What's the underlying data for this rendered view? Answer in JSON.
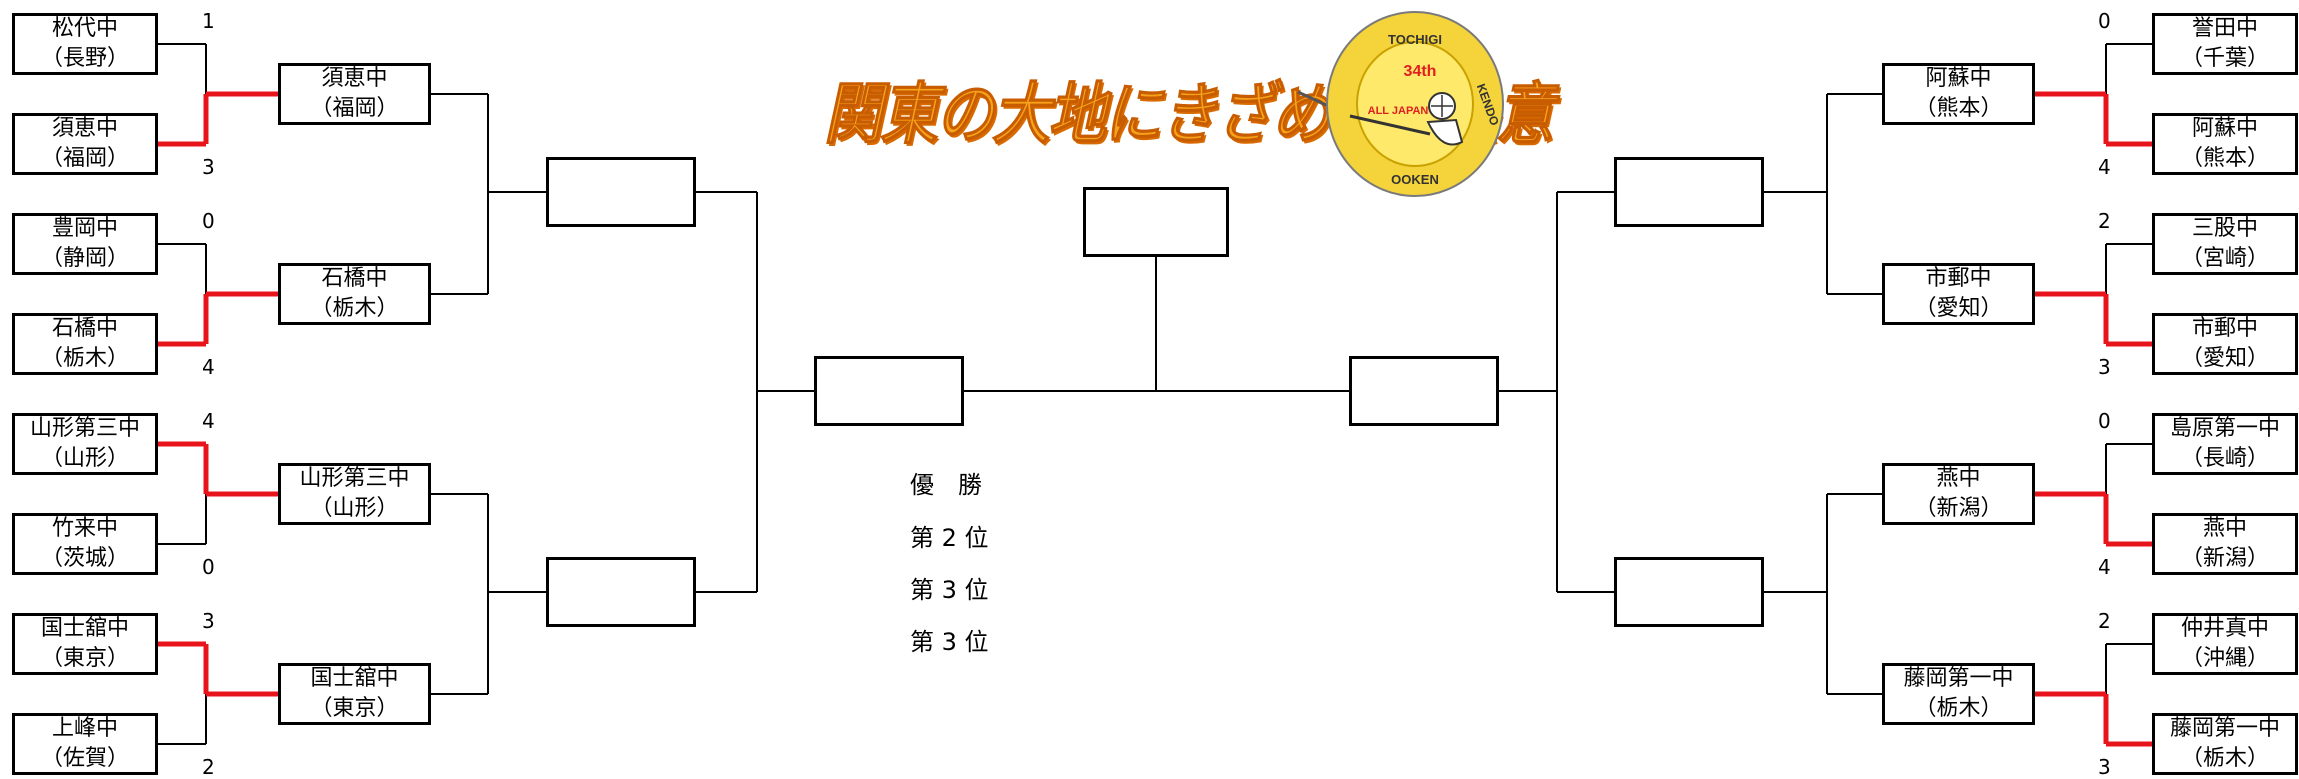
{
  "tournament": {
    "slogan": "関東の大地にきざめこの熱意",
    "logo": {
      "icon": "kendo-player-emblem",
      "ring_text_top": "TOCHIGI",
      "ring_text_right": "KENDO",
      "ring_text_bottom": "OOKEN",
      "edition": "34th",
      "center_text": "ALL JAPAN",
      "colors": {
        "ring": "#f5d33a",
        "core": "#ffe96b",
        "accent": "#e02020",
        "outline": "#555555"
      }
    }
  },
  "left": {
    "round1": [
      {
        "top": {
          "name": "松代中",
          "pref": "（長野）",
          "score": "1"
        },
        "bottom": {
          "name": "須恵中",
          "pref": "（福岡）",
          "score": "3"
        },
        "winner": "bottom"
      },
      {
        "top": {
          "name": "豊岡中",
          "pref": "（静岡）",
          "score": "0"
        },
        "bottom": {
          "name": "石橋中",
          "pref": "（栃木）",
          "score": "4"
        },
        "winner": "bottom"
      },
      {
        "top": {
          "name": "山形第三中",
          "pref": "（山形）",
          "score": "4"
        },
        "bottom": {
          "name": "竹来中",
          "pref": "（茨城）",
          "score": "0"
        },
        "winner": "top"
      },
      {
        "top": {
          "name": "国士舘中",
          "pref": "（東京）",
          "score": "3"
        },
        "bottom": {
          "name": "上峰中",
          "pref": "（佐賀）",
          "score": "2"
        },
        "winner": "top"
      }
    ],
    "round2": [
      {
        "name": "須恵中",
        "pref": "（福岡）"
      },
      {
        "name": "石橋中",
        "pref": "（栃木）"
      },
      {
        "name": "山形第三中",
        "pref": "（山形）"
      },
      {
        "name": "国士舘中",
        "pref": "（東京）"
      }
    ]
  },
  "right": {
    "round1": [
      {
        "top": {
          "name": "誉田中",
          "pref": "（千葉）",
          "score": "0"
        },
        "bottom": {
          "name": "阿蘇中",
          "pref": "（熊本）",
          "score": "4"
        },
        "winner": "bottom"
      },
      {
        "top": {
          "name": "三股中",
          "pref": "（宮崎）",
          "score": "2"
        },
        "bottom": {
          "name": "市郵中",
          "pref": "（愛知）",
          "score": "3"
        },
        "winner": "bottom"
      },
      {
        "top": {
          "name": "島原第一中",
          "pref": "（長崎）",
          "score": "0"
        },
        "bottom": {
          "name": "燕中",
          "pref": "（新潟）",
          "score": "4"
        },
        "winner": "bottom"
      },
      {
        "top": {
          "name": "仲井真中",
          "pref": "（沖縄）",
          "score": "2"
        },
        "bottom": {
          "name": "藤岡第一中",
          "pref": "（栃木）",
          "score": "3"
        },
        "winner": "bottom"
      }
    ],
    "round2": [
      {
        "name": "阿蘇中",
        "pref": "（熊本）"
      },
      {
        "name": "市郵中",
        "pref": "（愛知）"
      },
      {
        "name": "燕中",
        "pref": "（新潟）"
      },
      {
        "name": "藤岡第一中",
        "pref": "（栃木）"
      }
    ]
  },
  "results_legend": [
    "優　勝",
    "第 2 位",
    "第 3 位",
    "第 3 位"
  ],
  "colors": {
    "line": "#000000",
    "win_line": "#e8141c",
    "slogan": "#f7a21b",
    "slogan_shadow": "#d96a00"
  }
}
